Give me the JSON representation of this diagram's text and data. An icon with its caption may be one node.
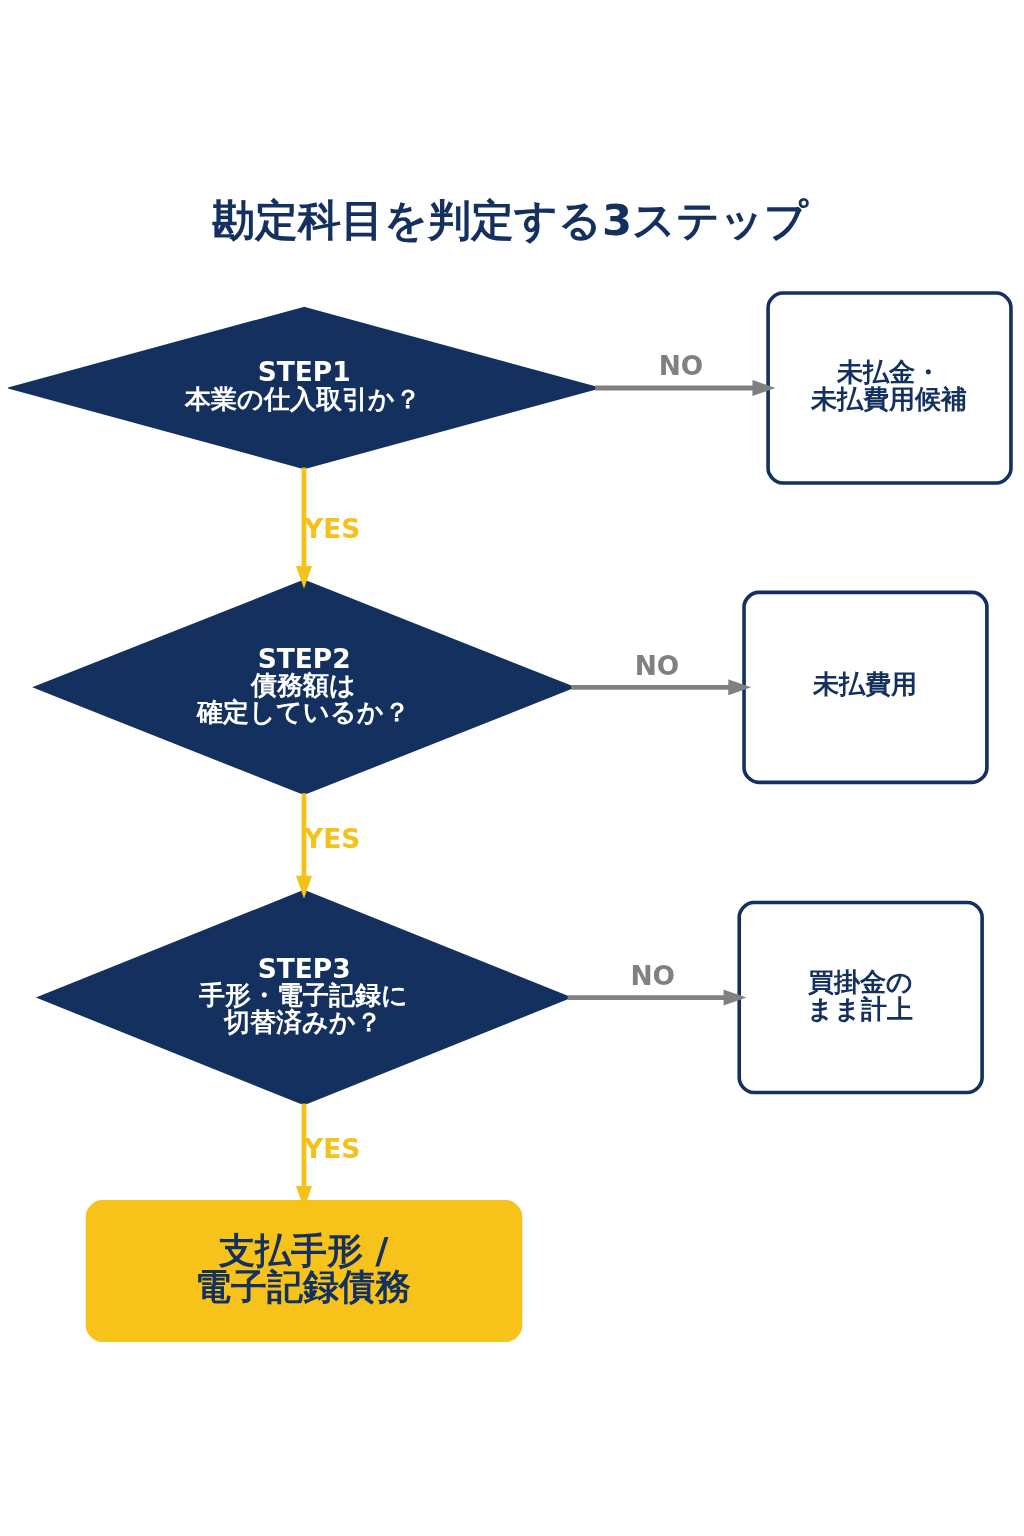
{
  "diagram": {
    "title": "勘定科目を判定する3ステップ",
    "nodes": [
      {
        "text": [
          "STEP1",
          "本業の仕入取引か？"
        ]
      },
      {
        "text": [
          "未払金・未払費用候補"
        ]
      },
      {
        "text": [
          "STEP2",
          "債務額は確定しているか？"
        ]
      },
      {
        "text": [
          "未払費用"
        ]
      },
      {
        "text": [
          "STEP3",
          "手形・電子記録に切替済みか？"
        ]
      },
      {
        "text": [
          "買掛金のまま計上"
        ]
      },
      {
        "text": [
          "支払手形 / 電子記録債務"
        ]
      }
    ],
    "edges": [
      {
        "from": 0,
        "to": 1,
        "arrow": "to",
        "label": "NO",
        "color": "#808080"
      },
      {
        "from": 0,
        "to": 2,
        "arrow": "to",
        "label": "YES",
        "color": "#f5c21b"
      },
      {
        "from": 2,
        "to": 3,
        "arrow": "to",
        "label": "NO",
        "color": "#808080"
      },
      {
        "from": 2,
        "to": 4,
        "arrow": "to",
        "label": "YES",
        "color": "#f5c21b"
      },
      {
        "from": 4,
        "to": 5,
        "arrow": "to",
        "label": "NO",
        "color": "#808080"
      },
      {
        "from": 4,
        "to": 6,
        "arrow": "to",
        "label": "YES",
        "color": "#f5c21b"
      }
    ]
  }
}
